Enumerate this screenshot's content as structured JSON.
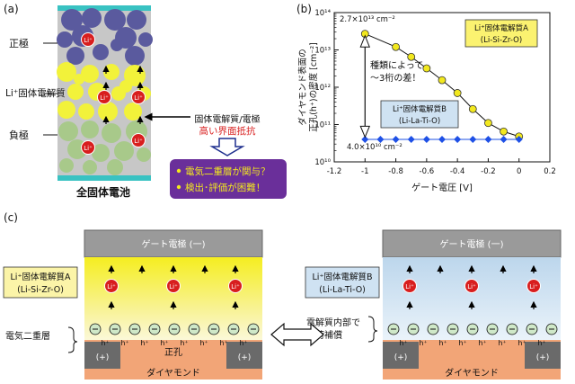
{
  "panel_a": {
    "label": "(a)",
    "cathode": "正極",
    "electrolyte": "Li⁺固体電解質",
    "anode": "負極",
    "ion": "Li⁺",
    "interface_label": "固体電解質/電極",
    "interface_problem": "高い界面抵抗",
    "bullets": [
      "電気二重層が関与？",
      "検出･評価が困難！"
    ],
    "caption": "全固体電池",
    "colors": {
      "cathode": "#5a5a9e",
      "electrolyte": "#f2f23a",
      "anode": "#a8c98a",
      "ion": "#d81e1e",
      "bullet_box": "#6a2f9a"
    }
  },
  "panel_b": {
    "label": "(b)",
    "annotation_top": "2.7×10¹³ cm⁻²",
    "annotation_bottom": "4.0×10¹⁰ cm⁻²",
    "diff_text": [
      "種類によって",
      "〜3桁の差！"
    ],
    "legend_a": [
      "Li⁺固体電解質A",
      "(Li-Si-Zr-O)"
    ],
    "legend_b": [
      "Li⁺固体電解質B",
      "(Li-La-Ti-O)"
    ]
  },
  "chart_data": {
    "type": "line",
    "xlabel": "ゲート電圧 [V]",
    "ylabel": [
      "ダイヤモンド表面の",
      "正孔(h⁺)の密度 [cm⁻²]"
    ],
    "xlim": [
      -1.2,
      0.2
    ],
    "ylim": [
      10000000000.0,
      100000000000000.0
    ],
    "yscale": "log",
    "xticks": [
      "-1.2",
      "-1",
      "-0.8",
      "-0.6",
      "-0.4",
      "-0.2",
      "0",
      "0.2"
    ],
    "yticks": [
      "10¹⁰",
      "10¹¹",
      "10¹²",
      "10¹³",
      "10¹⁴"
    ],
    "series": [
      {
        "name": "Li⁺固体電解質A",
        "marker": "circle",
        "color": "#f2e81e",
        "x": [
          -1.0,
          -0.8,
          -0.7,
          -0.6,
          -0.5,
          -0.4,
          -0.3,
          -0.2,
          -0.1,
          0.0
        ],
        "y": [
          27000000000000.0,
          12000000000000.0,
          6500000000000.0,
          3200000000000.0,
          1550000000000.0,
          700000000000.0,
          260000000000.0,
          110000000000.0,
          65000000000.0,
          48000000000.0
        ]
      },
      {
        "name": "Li⁺固体電解質B",
        "marker": "diamond",
        "color": "#1e50e6",
        "x": [
          -1.0,
          -0.9,
          -0.8,
          -0.7,
          -0.6,
          -0.5,
          -0.4,
          -0.3,
          -0.2,
          -0.1,
          0.0
        ],
        "y": [
          40000000000.0,
          40000000000.0,
          40000000000.0,
          40000000000.0,
          40000000000.0,
          40000000000.0,
          40000000000.0,
          40000000000.0,
          40000000000.0,
          40000000000.0,
          40000000000.0
        ]
      }
    ]
  },
  "panel_c": {
    "label": "(c)",
    "gate_left": "ゲート電極 (一)",
    "gate_right": "ゲート電極 (一)",
    "electrolyte_a": [
      "Li⁺固体電解質A",
      "(Li-Si-Zr-O)"
    ],
    "electrolyte_b": [
      "Li⁺固体電解質B",
      "(Li-La-Ti-O)"
    ],
    "edl": "電気二重層",
    "holes": "正孔",
    "compensation": [
      "電解質内部で",
      "電荷補償"
    ],
    "substrate": "ダイヤモンド",
    "contact": "(+)",
    "hole_symbol": "h⁺",
    "electron_symbol": "⊖",
    "ion": "Li⁺"
  }
}
